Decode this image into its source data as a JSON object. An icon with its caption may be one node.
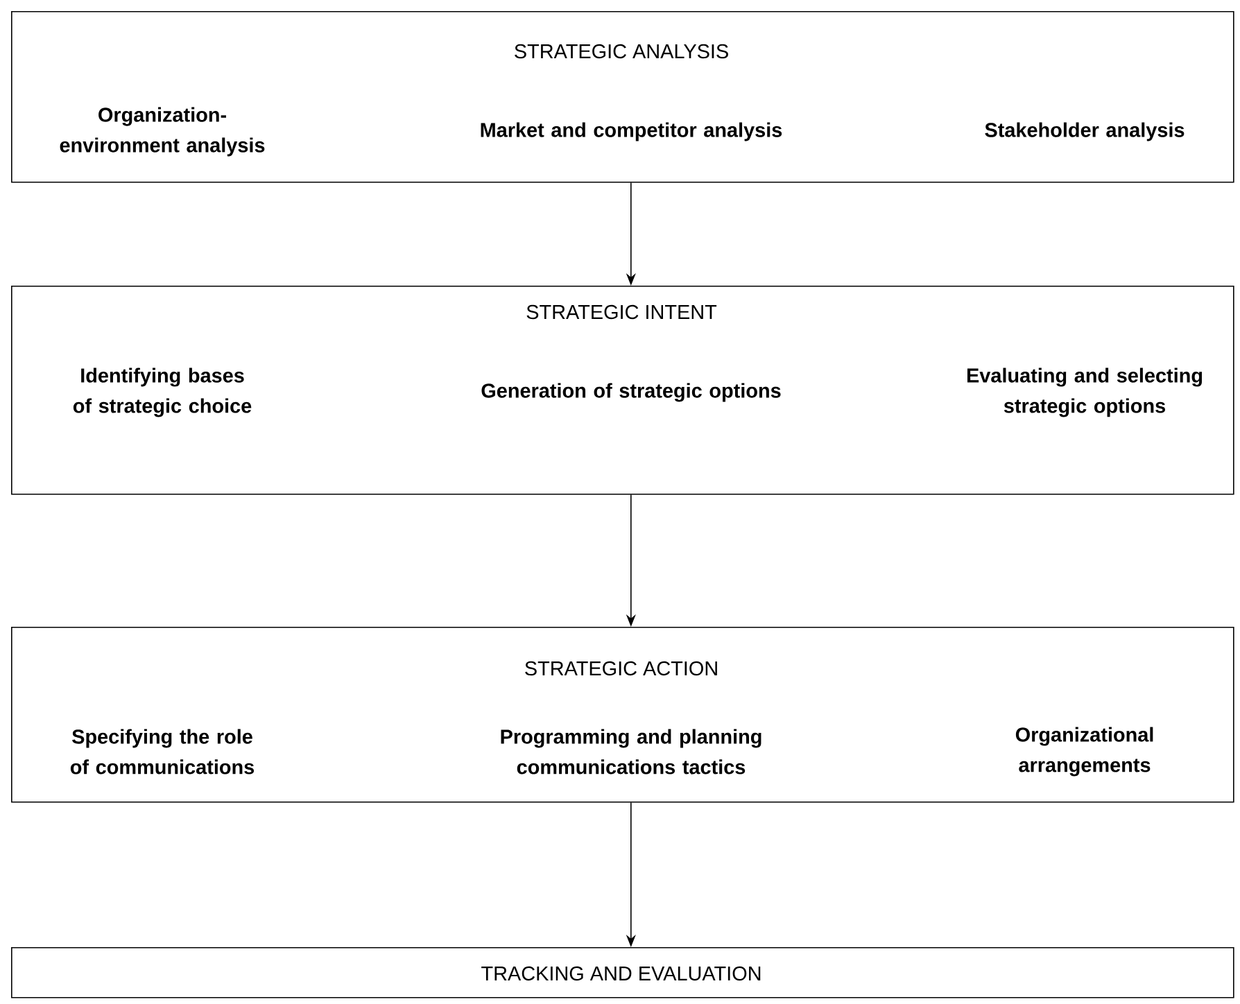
{
  "diagram": {
    "nodes": [
      {
        "text": [
          "STRATEGIC ANALYSIS",
          "Organization-environment analysis",
          "Market and competitor analysis",
          "Stakeholder analysis"
        ]
      },
      {
        "text": [
          "STRATEGIC INTENT",
          "Identifying bases of strategic choice",
          "Generation of strategic options",
          "Evaluating and selecting strategic options"
        ]
      },
      {
        "text": [
          "STRATEGIC ACTION",
          "Specifying the role of communications",
          "Programming and planning communications tactics",
          "Organizational arrangements"
        ]
      },
      {
        "text": [
          "TRACKING AND EVALUATION"
        ]
      }
    ],
    "edges": [
      {
        "from": 0,
        "to": 1,
        "arrow": "to"
      },
      {
        "from": 1,
        "to": 2,
        "arrow": "to"
      },
      {
        "from": 2,
        "to": 3,
        "arrow": "to"
      }
    ]
  }
}
